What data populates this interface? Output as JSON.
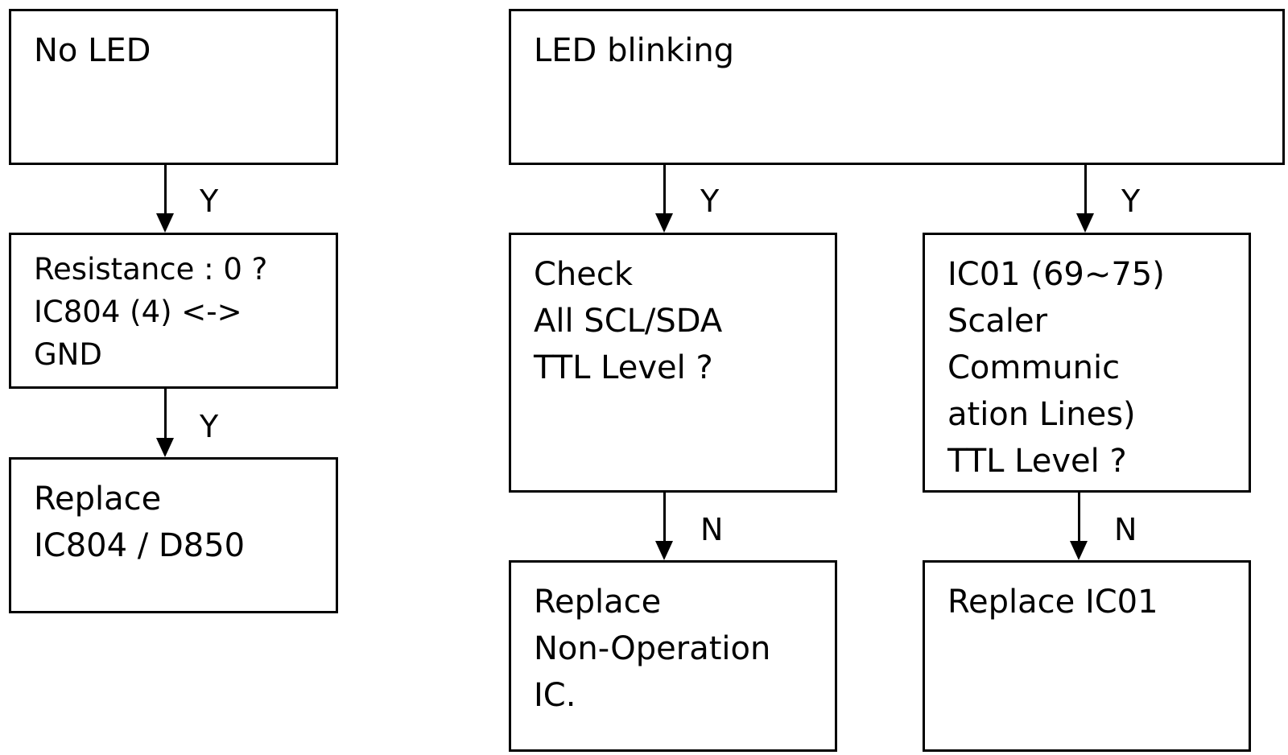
{
  "nodes": {
    "no_led": {
      "lines": [
        "No LED"
      ]
    },
    "resistance_check": {
      "lines": [
        "Resistance : 0 ?",
        "IC804 (4) <->",
        "GND"
      ]
    },
    "replace_ic804": {
      "lines": [
        "Replace",
        "IC804 / D850"
      ]
    },
    "led_blinking": {
      "lines": [
        "LED blinking"
      ]
    },
    "check_scl_sda": {
      "lines": [
        "Check",
        "All SCL/SDA",
        "TTL Level ?"
      ]
    },
    "ic01_lines": {
      "lines": [
        "IC01 (69~75)",
        "Scaler",
        "Communic",
        "ation Lines)",
        "TTL Level ?"
      ]
    },
    "replace_non_operation": {
      "lines": [
        "Replace",
        "Non-Operation",
        "IC."
      ]
    },
    "replace_ic01": {
      "lines": [
        "Replace IC01"
      ]
    }
  },
  "edges": {
    "no_led_to_resistance": "Y",
    "resistance_to_replace": "Y",
    "blinking_to_check": "Y",
    "blinking_to_ic01": "Y",
    "check_to_replace": "N",
    "ic01_to_replace": "N"
  }
}
